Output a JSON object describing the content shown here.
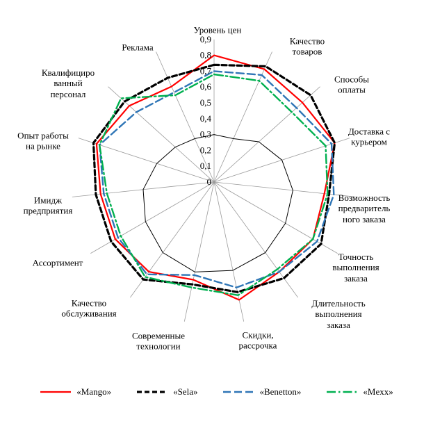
{
  "figure": {
    "background": "#ffffff"
  },
  "chart_data": {
    "type": "radar",
    "title": "",
    "axis_min": 0,
    "axis_max": 0.9,
    "tick_step": 0.1,
    "tick_labels": [
      "0",
      "0,1",
      "0,2",
      "0,3",
      "0,4",
      "0,5",
      "0,6",
      "0,7",
      "0,8",
      "0,9"
    ],
    "grid": "radial-spokes-no-rings",
    "legend_position": "bottom",
    "categories": [
      "Уровень цен",
      "Качество\nтоваров",
      "Способы\nоплаты",
      "Доставка с\nкурьером",
      "Возможность\nпредваритель\nного заказа",
      "Точность\nвыполнения\nзаказа",
      "Длительность\nвыполнения\nзаказа",
      "Скидки,\nрассрочка",
      "Современные\nтехнологии",
      "Качество\nобслуживания",
      "Ассортимент",
      "Имидж\nпредприятия",
      "Опыт работы\nна рынке",
      "Квалифициро\nванный\nперсонал",
      "Реклама"
    ],
    "series": [
      {
        "name": "«Mango»",
        "color": "#FF0000",
        "line_style": "solid",
        "values": [
          0.8,
          0.78,
          0.75,
          0.8,
          0.7,
          0.72,
          0.7,
          0.76,
          0.63,
          0.7,
          0.72,
          0.72,
          0.78,
          0.72,
          0.66
        ]
      },
      {
        "name": "«Sela»",
        "color": "#000000",
        "line_style": "dash-bold",
        "values": [
          0.74,
          0.8,
          0.82,
          0.8,
          0.73,
          0.78,
          0.75,
          0.71,
          0.66,
          0.76,
          0.75,
          0.75,
          0.8,
          0.76,
          0.72
        ]
      },
      {
        "name": "«Benetton»",
        "color": "#2E75B6",
        "line_style": "dash",
        "values": [
          0.7,
          0.74,
          0.7,
          0.78,
          0.76,
          0.75,
          0.7,
          0.68,
          0.6,
          0.72,
          0.7,
          0.7,
          0.76,
          0.66,
          0.62
        ]
      },
      {
        "name": "«Mexx»",
        "color": "#00B050",
        "line_style": "dash-dot",
        "values": [
          0.68,
          0.7,
          0.66,
          0.74,
          0.72,
          0.72,
          0.68,
          0.73,
          0.68,
          0.74,
          0.68,
          0.68,
          0.76,
          0.79,
          0.6
        ]
      }
    ],
    "reference": {
      "name": "inner-reference-polygon",
      "color": "#000000",
      "line_style": "solid-thin",
      "values": [
        0.3,
        0.3,
        0.38,
        0.45,
        0.5,
        0.52,
        0.55,
        0.57,
        0.58,
        0.55,
        0.5,
        0.45,
        0.38,
        0.33,
        0.3
      ]
    }
  }
}
